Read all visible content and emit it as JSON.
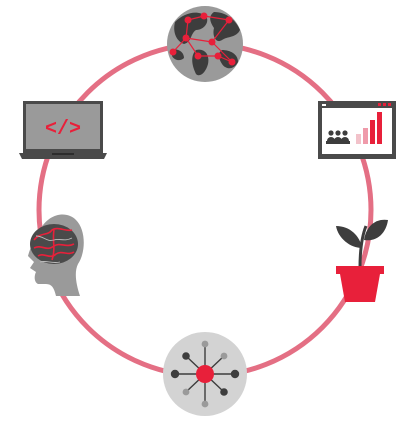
{
  "diagram": {
    "ring_color": "#e46f84",
    "accent_red": "#e8203a",
    "dark_gray": "#4a4a4a",
    "mid_gray": "#9a9a9a",
    "light_gray": "#cfcfcf",
    "nodes": [
      {
        "id": "globe-network",
        "icon": "globe-network-icon"
      },
      {
        "id": "analytics-display",
        "icon": "presentation-chart-icon"
      },
      {
        "id": "growth-plant",
        "icon": "potted-plant-icon"
      },
      {
        "id": "hub-network",
        "icon": "hub-network-icon"
      },
      {
        "id": "brain-head",
        "icon": "brain-head-icon"
      },
      {
        "id": "code-laptop",
        "icon": "code-laptop-icon",
        "code_text": "</>"
      }
    ]
  }
}
